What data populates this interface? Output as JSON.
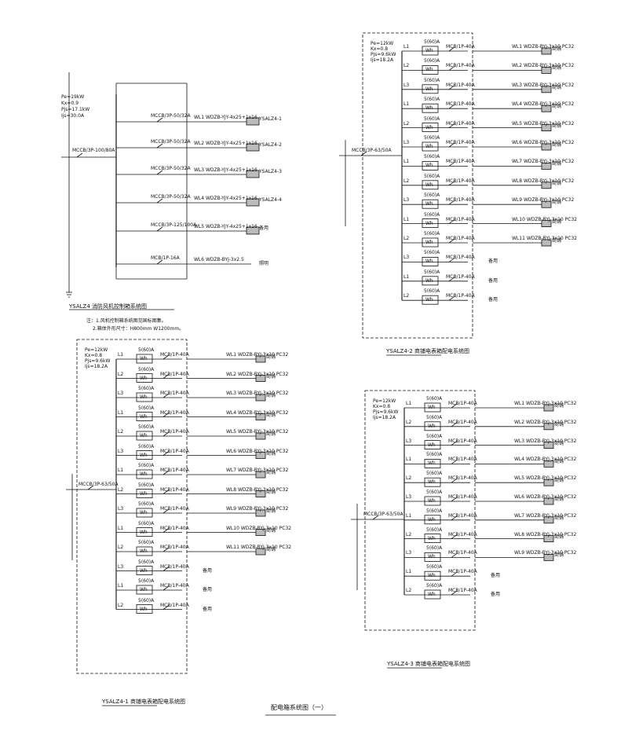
{
  "sheet": {
    "title": "配电箱系统图（一）"
  },
  "panels": [
    {
      "id": "panel-1",
      "title": "YSALZ4 消防风机控制箱系统图",
      "notes": [
        "注：1.风机控制箱系统图见国标图集。",
        "2.箱体外形尺寸：H800mm W1200mm。"
      ],
      "params": [
        "Pe=19kW",
        "Kx=0.9",
        "Pjs=17.1kW",
        "Ijs=30.0A"
      ],
      "incoming": "MCCB/3P-100/80A",
      "branches": [
        {
          "breaker": "MCCB/3P-50/32A",
          "circuit": "WL1",
          "cable": "WDZB-YJY-4x25+1x16",
          "load": "YSALZ4-1"
        },
        {
          "breaker": "MCCB/3P-50/32A",
          "circuit": "WL2",
          "cable": "WDZB-YJY-4x25+1x16",
          "load": "YSALZ4-2"
        },
        {
          "breaker": "MCCB/3P-50/32A",
          "circuit": "WL3",
          "cable": "WDZB-YJY-4x25+1x16",
          "load": "YSALZ4-3"
        },
        {
          "breaker": "MCCB/3P-50/32A",
          "circuit": "WL4",
          "cable": "WDZB-YJY-4x25+1x16",
          "load": "YSALZ4-4"
        },
        {
          "breaker": "MCCB/3P-125/100A",
          "circuit": "WL5",
          "cable": "WDZB-YJY-4x25+1x16",
          "load": "备用"
        },
        {
          "breaker": "MCB/1P-16A",
          "circuit": "WL6",
          "cable": "WDZB-BYJ-3x2.5",
          "load": "照明"
        }
      ]
    },
    {
      "id": "panel-2",
      "title": "YSALZ4-2 商铺电表箱配电系统图",
      "params": [
        "Pe=12kW",
        "Kx=0.8",
        "Pjs=9.6kW",
        "Ijs=18.2A"
      ],
      "incoming": "MCCB/3P-63/50A",
      "rows": [
        {
          "phase": "L1",
          "meter": "5(60)A",
          "breaker": "MCB/1P-40A",
          "circuit": "WL1",
          "cable": "WDZB-BYJ-3x10 PC32",
          "load": "商铺"
        },
        {
          "phase": "L2",
          "meter": "5(60)A",
          "breaker": "MCB/1P-40A",
          "circuit": "WL2",
          "cable": "WDZB-BYJ-3x10 PC32",
          "load": "商铺"
        },
        {
          "phase": "L3",
          "meter": "5(60)A",
          "breaker": "MCB/1P-40A",
          "circuit": "WL3",
          "cable": "WDZB-BYJ-3x10 PC32",
          "load": "商铺"
        },
        {
          "phase": "L1",
          "meter": "5(60)A",
          "breaker": "MCB/1P-40A",
          "circuit": "WL4",
          "cable": "WDZB-BYJ-3x10 PC32",
          "load": "商铺"
        },
        {
          "phase": "L2",
          "meter": "5(60)A",
          "breaker": "MCB/1P-40A",
          "circuit": "WL5",
          "cable": "WDZB-BYJ-3x10 PC32",
          "load": "商铺"
        },
        {
          "phase": "L3",
          "meter": "5(60)A",
          "breaker": "MCB/1P-40A",
          "circuit": "WL6",
          "cable": "WDZB-BYJ-3x10 PC32",
          "load": "商铺"
        },
        {
          "phase": "L1",
          "meter": "5(60)A",
          "breaker": "MCB/1P-40A",
          "circuit": "WL7",
          "cable": "WDZB-BYJ-3x10 PC32",
          "load": "商铺"
        },
        {
          "phase": "L2",
          "meter": "5(60)A",
          "breaker": "MCB/1P-40A",
          "circuit": "WL8",
          "cable": "WDZB-BYJ-3x10 PC32",
          "load": "商铺"
        },
        {
          "phase": "L3",
          "meter": "5(60)A",
          "breaker": "MCB/1P-40A",
          "circuit": "WL9",
          "cable": "WDZB-BYJ-3x10 PC32",
          "load": "商铺"
        },
        {
          "phase": "L1",
          "meter": "5(60)A",
          "breaker": "MCB/1P-40A",
          "circuit": "WL10",
          "cable": "WDZB-BYJ-3x10 PC32",
          "load": "商铺"
        },
        {
          "phase": "L2",
          "meter": "5(60)A",
          "breaker": "MCB/1P-40A",
          "circuit": "WL11",
          "cable": "WDZB-BYJ-3x10 PC32",
          "load": "商铺"
        },
        {
          "phase": "L3",
          "meter": "5(60)A",
          "breaker": "MCB/1P-40A",
          "circuit": "",
          "cable": "",
          "load": "备用"
        },
        {
          "phase": "L1",
          "meter": "5(60)A",
          "breaker": "MCB/1P-40A",
          "circuit": "",
          "cable": "",
          "load": "备用"
        },
        {
          "phase": "L2",
          "meter": "5(60)A",
          "breaker": "MCB/1P-40A",
          "circuit": "",
          "cable": "",
          "load": "备用"
        }
      ]
    },
    {
      "id": "panel-3",
      "title": "YSALZ4-1 商铺电表箱配电系统图",
      "params": [
        "Pe=12kW",
        "Kx=0.8",
        "Pjs=9.6kW",
        "Ijs=18.2A"
      ],
      "incoming": "MCCB/3P-63/50A",
      "rows": [
        {
          "phase": "L1",
          "meter": "5(60)A",
          "breaker": "MCB/1P-40A",
          "circuit": "WL1",
          "cable": "WDZB-BYJ-3x10 PC32",
          "load": "商铺"
        },
        {
          "phase": "L2",
          "meter": "5(60)A",
          "breaker": "MCB/1P-40A",
          "circuit": "WL2",
          "cable": "WDZB-BYJ-3x10 PC32",
          "load": "商铺"
        },
        {
          "phase": "L3",
          "meter": "5(60)A",
          "breaker": "MCB/1P-40A",
          "circuit": "WL3",
          "cable": "WDZB-BYJ-3x10 PC32",
          "load": "商铺"
        },
        {
          "phase": "L1",
          "meter": "5(60)A",
          "breaker": "MCB/1P-40A",
          "circuit": "WL4",
          "cable": "WDZB-BYJ-3x10 PC32",
          "load": "商铺"
        },
        {
          "phase": "L2",
          "meter": "5(60)A",
          "breaker": "MCB/1P-40A",
          "circuit": "WL5",
          "cable": "WDZB-BYJ-3x10 PC32",
          "load": "商铺"
        },
        {
          "phase": "L3",
          "meter": "5(60)A",
          "breaker": "MCB/1P-40A",
          "circuit": "WL6",
          "cable": "WDZB-BYJ-3x10 PC32",
          "load": "商铺"
        },
        {
          "phase": "L1",
          "meter": "5(60)A",
          "breaker": "MCB/1P-40A",
          "circuit": "WL7",
          "cable": "WDZB-BYJ-3x10 PC32",
          "load": "商铺"
        },
        {
          "phase": "L2",
          "meter": "5(60)A",
          "breaker": "MCB/1P-40A",
          "circuit": "WL8",
          "cable": "WDZB-BYJ-3x10 PC32",
          "load": "商铺"
        },
        {
          "phase": "L3",
          "meter": "5(60)A",
          "breaker": "MCB/1P-40A",
          "circuit": "WL9",
          "cable": "WDZB-BYJ-3x10 PC32",
          "load": "商铺"
        },
        {
          "phase": "L1",
          "meter": "5(60)A",
          "breaker": "MCB/1P-40A",
          "circuit": "WL10",
          "cable": "WDZB-BYJ-3x10 PC32",
          "load": "商铺"
        },
        {
          "phase": "L2",
          "meter": "5(60)A",
          "breaker": "MCB/1P-40A",
          "circuit": "WL11",
          "cable": "WDZB-BYJ-3x10 PC32",
          "load": "商铺"
        },
        {
          "phase": "L3",
          "meter": "5(60)A",
          "breaker": "MCB/1P-40A",
          "circuit": "",
          "cable": "",
          "load": "备用"
        },
        {
          "phase": "L1",
          "meter": "5(60)A",
          "breaker": "MCB/1P-40A",
          "circuit": "",
          "cable": "",
          "load": "备用"
        },
        {
          "phase": "L2",
          "meter": "5(60)A",
          "breaker": "MCB/1P-40A",
          "circuit": "",
          "cable": "",
          "load": "备用"
        }
      ]
    },
    {
      "id": "panel-4",
      "title": "YSALZ4-3 商铺电表箱配电系统图",
      "params": [
        "Pe=12kW",
        "Kx=0.8",
        "Pjs=9.6kW",
        "Ijs=18.2A"
      ],
      "incoming": "MCCB/3P-63/50A",
      "rows": [
        {
          "phase": "L1",
          "meter": "5(60)A",
          "breaker": "MCB/1P-40A",
          "circuit": "WL1",
          "cable": "WDZB-BYJ-3x10 PC32",
          "load": "商铺"
        },
        {
          "phase": "L2",
          "meter": "5(60)A",
          "breaker": "MCB/1P-40A",
          "circuit": "WL2",
          "cable": "WDZB-BYJ-3x10 PC32",
          "load": "商铺"
        },
        {
          "phase": "L3",
          "meter": "5(60)A",
          "breaker": "MCB/1P-40A",
          "circuit": "WL3",
          "cable": "WDZB-BYJ-3x10 PC32",
          "load": "商铺"
        },
        {
          "phase": "L1",
          "meter": "5(60)A",
          "breaker": "MCB/1P-40A",
          "circuit": "WL4",
          "cable": "WDZB-BYJ-3x10 PC32",
          "load": "商铺"
        },
        {
          "phase": "L2",
          "meter": "5(60)A",
          "breaker": "MCB/1P-40A",
          "circuit": "WL5",
          "cable": "WDZB-BYJ-3x10 PC32",
          "load": "商铺"
        },
        {
          "phase": "L3",
          "meter": "5(60)A",
          "breaker": "MCB/1P-40A",
          "circuit": "WL6",
          "cable": "WDZB-BYJ-3x10 PC32",
          "load": "商铺"
        },
        {
          "phase": "L1",
          "meter": "5(60)A",
          "breaker": "MCB/1P-40A",
          "circuit": "WL7",
          "cable": "WDZB-BYJ-3x10 PC32",
          "load": "商铺"
        },
        {
          "phase": "L2",
          "meter": "5(60)A",
          "breaker": "MCB/1P-40A",
          "circuit": "WL8",
          "cable": "WDZB-BYJ-3x10 PC32",
          "load": "商铺"
        },
        {
          "phase": "L3",
          "meter": "5(60)A",
          "breaker": "MCB/1P-40A",
          "circuit": "WL9",
          "cable": "WDZB-BYJ-3x10 PC32",
          "load": "商铺"
        },
        {
          "phase": "L1",
          "meter": "5(60)A",
          "breaker": "MCB/1P-40A",
          "circuit": "",
          "cable": "",
          "load": "备用"
        },
        {
          "phase": "L2",
          "meter": "5(60)A",
          "breaker": "MCB/1P-40A",
          "circuit": "",
          "cable": "",
          "load": "备用"
        }
      ]
    }
  ]
}
